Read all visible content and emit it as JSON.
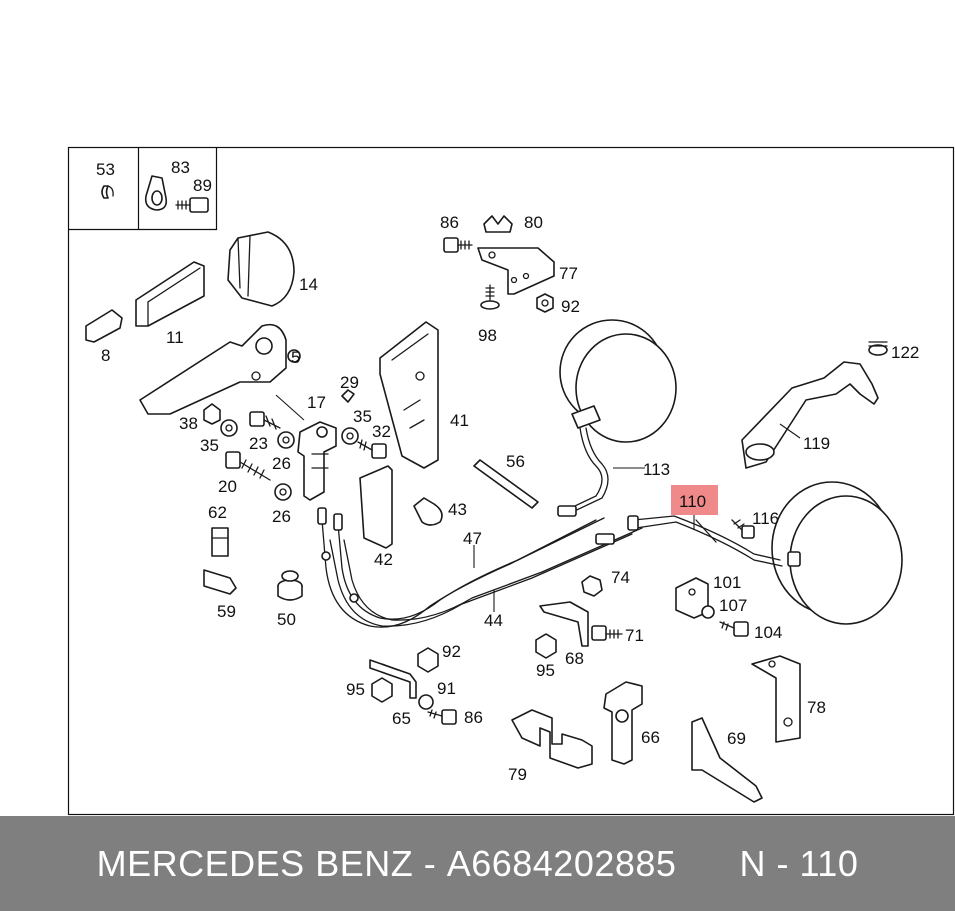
{
  "diagram": {
    "highlight_color": "#f08a8a",
    "highlighted_part": "110",
    "labels": {
      "p53": "53",
      "p83": "83",
      "p89": "89",
      "p86a": "86",
      "p80": "80",
      "p77": "77",
      "p92a": "92",
      "p98": "98",
      "p14": "14",
      "p11": "11",
      "p8": "8",
      "p5": "5",
      "p29": "29",
      "p17": "17",
      "p35a": "35",
      "p32": "32",
      "p41": "41",
      "p38": "38",
      "p35b": "35",
      "p23": "23",
      "p26a": "26",
      "p20": "20",
      "p26b": "26",
      "p56": "56",
      "p113": "113",
      "p122": "122",
      "p119": "119",
      "p110": "110",
      "p116": "116",
      "p43": "43",
      "p47": "47",
      "p62": "62",
      "p42": "42",
      "p74": "74",
      "p101": "101",
      "p107": "107",
      "p104": "104",
      "p59": "59",
      "p50": "50",
      "p44": "44",
      "p71": "71",
      "p95a": "95",
      "p68": "68",
      "p92b": "92",
      "p91": "91",
      "p95b": "95",
      "p65": "65",
      "p86b": "86",
      "p78": "78",
      "p66": "66",
      "p69": "69",
      "p79": "79"
    }
  },
  "footer": {
    "brand": "MERCEDES BENZ",
    "separator": " - ",
    "part_number": "A6684202885",
    "gap": "      ",
    "position_label": "N - 110",
    "background": "#7f7f7f",
    "text_color": "#ffffff"
  }
}
